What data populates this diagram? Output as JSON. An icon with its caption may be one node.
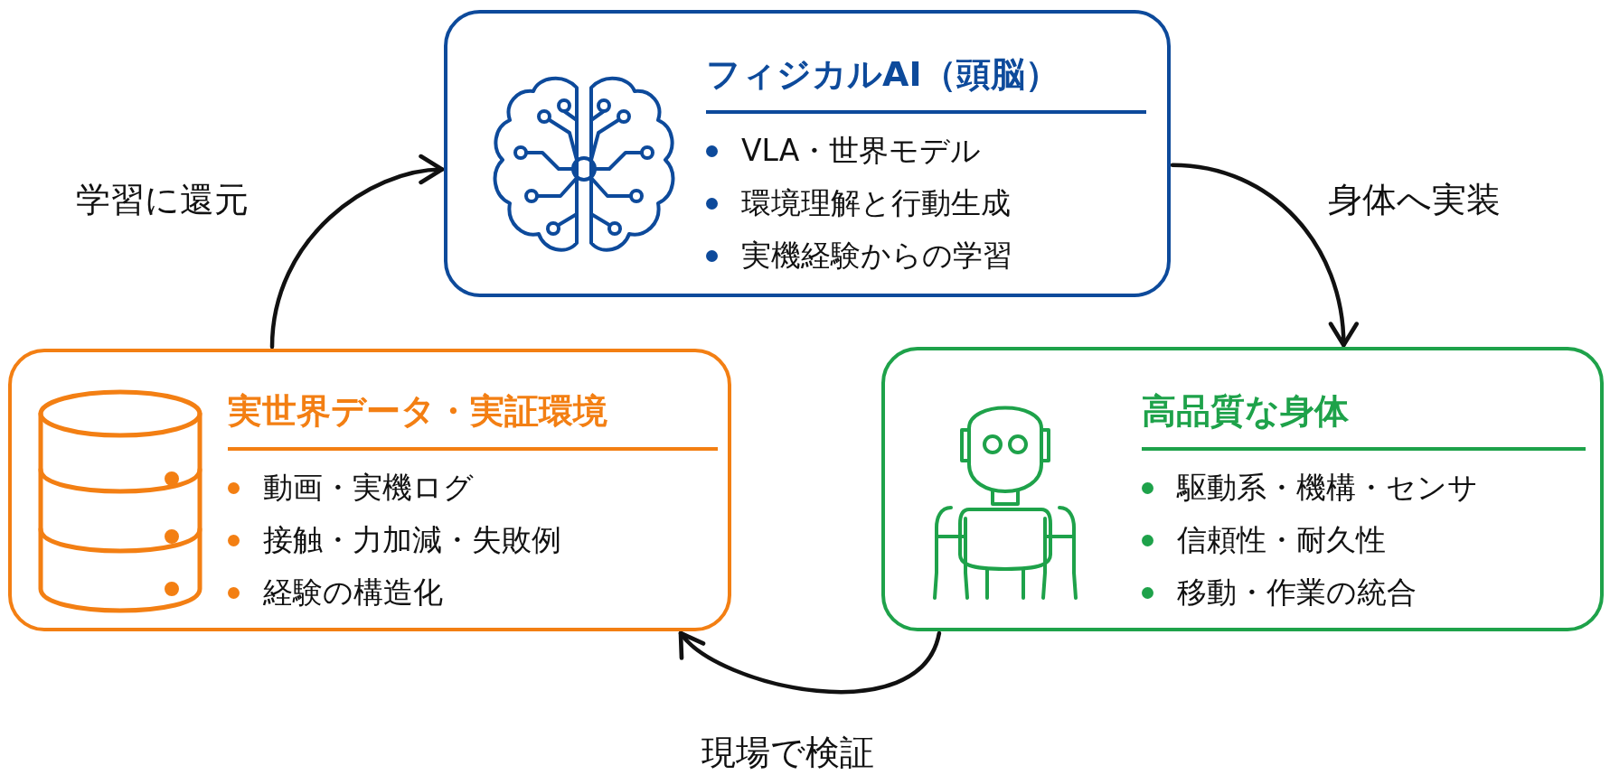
{
  "diagram": {
    "nodes": [
      {
        "text": [
          "フィジカルAI（頭脳）",
          "VLA・世界モデル",
          "環境理解と行動生成",
          "実機経験からの学習"
        ]
      },
      {
        "text": [
          "実世界データ・実証環境",
          "動画・実機ログ",
          "接触・力加減・失敗例",
          "経験の構造化"
        ]
      },
      {
        "text": [
          "高品質な身体",
          "駆動系・機構・センサ",
          "信頼性・耐久性",
          "移動・作業の統合"
        ]
      }
    ],
    "edges": [
      {
        "from": 1,
        "to": 0,
        "arrow": "to",
        "label": "学習に還元"
      },
      {
        "from": 0,
        "to": 2,
        "arrow": "to",
        "label": "身体へ実装"
      },
      {
        "from": 2,
        "to": 1,
        "arrow": "to",
        "label": "現場で検証"
      }
    ]
  }
}
